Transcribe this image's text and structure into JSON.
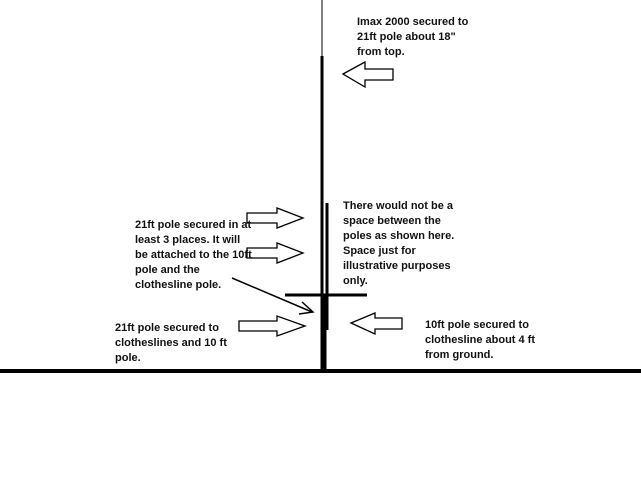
{
  "labels": {
    "imax": "Imax 2000 secured to\n21ft pole about 18\"\nfrom top.",
    "spacing_note": "There would not be a\nspace between the\npoles as shown here.\nSpace just for\nillustrative purposes\nonly.",
    "secured_places": "21ft pole secured in at\nleast 3 places.  It will\nbe attached to the 10ft\npole and the\nclothesline pole.",
    "secured_clotheslines": "21ft pole secured to\nclotheslines and 10 ft\npole.",
    "ten_ft_pole": "10ft pole secured to\nclothesline about 4 ft\nfrom ground."
  },
  "colors": {
    "line": "#000000",
    "background": "#ffffff"
  }
}
